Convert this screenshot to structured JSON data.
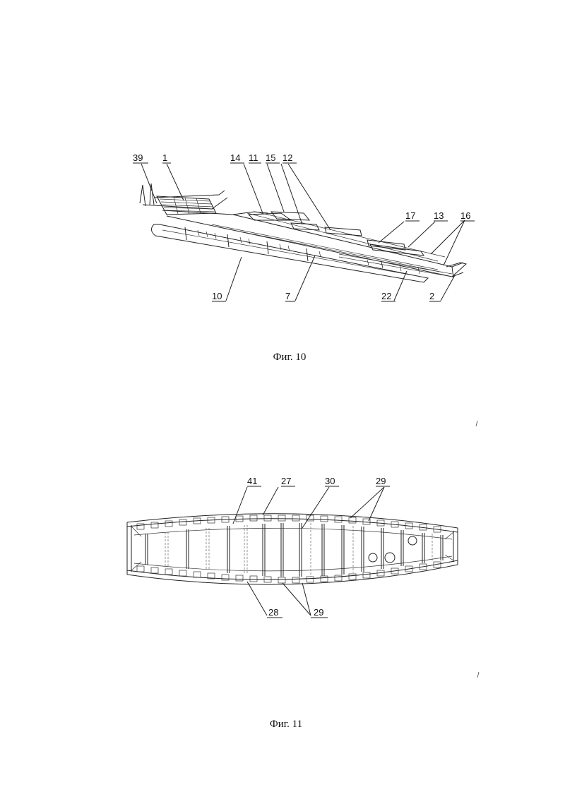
{
  "figures": [
    {
      "caption": "Фиг. 10",
      "labels": [
        "39",
        "1",
        "14",
        "11",
        "15",
        "12",
        "17",
        "13",
        "16",
        "10",
        "7",
        "22",
        "2"
      ]
    },
    {
      "caption": "Фиг. 11",
      "labels": [
        "41",
        "27",
        "30",
        "29",
        "28",
        "29"
      ]
    }
  ]
}
